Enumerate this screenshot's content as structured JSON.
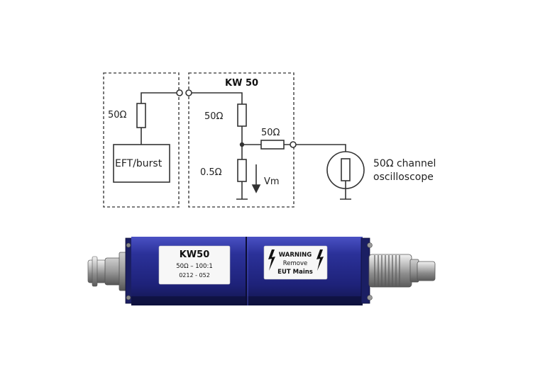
{
  "schematic": {
    "left_box": {
      "resistor_label": "50Ω",
      "generator_label": "EFT/burst"
    },
    "kw_box": {
      "title": "KW 50",
      "r_top_label": "50Ω",
      "r_bottom_label": "0.5Ω",
      "voltage_label": "Vm",
      "r_series_label": "50Ω"
    },
    "scope": {
      "label_line1": "50Ω channel",
      "label_line2": "oscilloscope"
    }
  },
  "device": {
    "label_name": "KW50",
    "label_ratio": "50Ω – 100:1",
    "label_serial": "0212 - 052",
    "warning_line1": "WARNING",
    "warning_line2": "Remove",
    "warning_line3": "EUT Mains",
    "body_color": "#22278a",
    "accent_color": "#3a41b5"
  }
}
